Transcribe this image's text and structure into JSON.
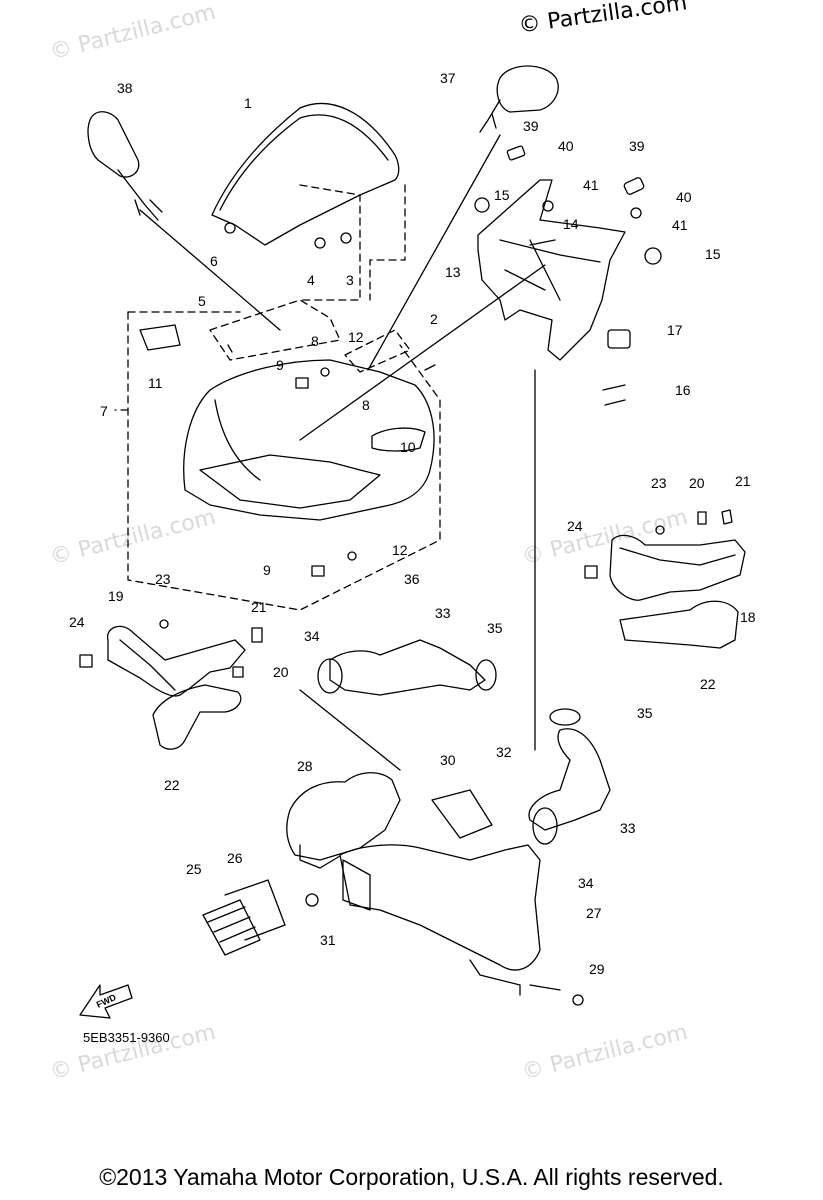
{
  "watermark": "© Partzilla.com",
  "brand": "© Partzilla.com",
  "diagram_code": "5EB3351-9360",
  "fwd_label": "FWD",
  "copyright": "©2013 Yamaha Motor Corporation, U.S.A. All rights reserved.",
  "callouts": {
    "c1": "1",
    "c2": "2",
    "c3": "3",
    "c4": "4",
    "c5": "5",
    "c6": "6",
    "c7": "7",
    "c8a": "8",
    "c8b": "8",
    "c9a": "9",
    "c9b": "9",
    "c10": "10",
    "c11": "11",
    "c12a": "12",
    "c12b": "12",
    "c13": "13",
    "c14": "14",
    "c15a": "15",
    "c15b": "15",
    "c16": "16",
    "c17": "17",
    "c18": "18",
    "c19": "19",
    "c20a": "20",
    "c20b": "20",
    "c21a": "21",
    "c21b": "21",
    "c22a": "22",
    "c22b": "22",
    "c23a": "23",
    "c23b": "23",
    "c24a": "24",
    "c24b": "24",
    "c25": "25",
    "c26": "26",
    "c27": "27",
    "c28": "28",
    "c29": "29",
    "c30": "30",
    "c31": "31",
    "c32": "32",
    "c33a": "33",
    "c33b": "33",
    "c34a": "34",
    "c34b": "34",
    "c35a": "35",
    "c35b": "35",
    "c36": "36",
    "c37": "37",
    "c38": "38",
    "c39a": "39",
    "c39b": "39",
    "c40a": "40",
    "c40b": "40",
    "c41a": "41",
    "c41b": "41"
  }
}
